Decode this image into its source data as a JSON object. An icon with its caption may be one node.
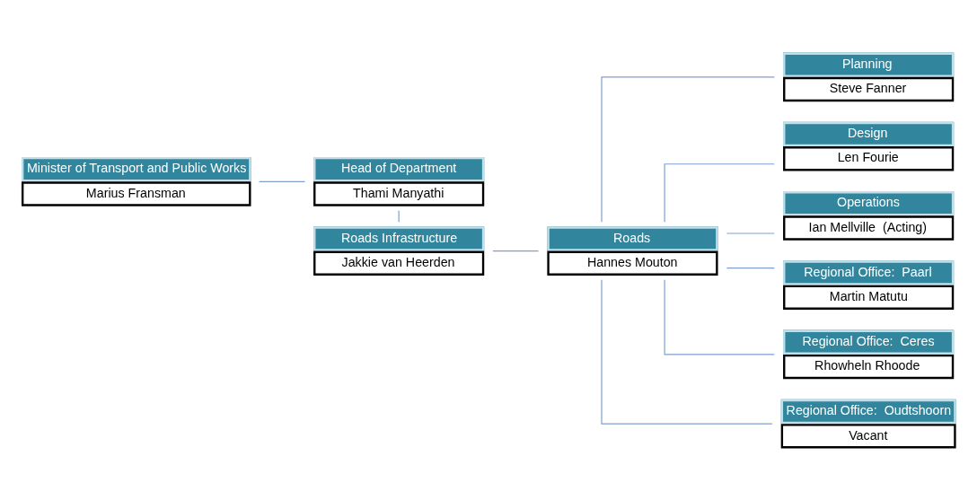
{
  "diagram": {
    "nodes": [
      {
        "text": [
          "Minister of Transport and Public Works",
          "Marius Fransman"
        ]
      },
      {
        "text": [
          "Head of Department",
          "Thami Manyathi"
        ]
      },
      {
        "text": [
          "Roads Infrastructure",
          "Jakkie van Heerden"
        ]
      },
      {
        "text": [
          "Roads",
          "Hannes Mouton"
        ]
      },
      {
        "text": [
          "Planning",
          "Steve Fanner"
        ]
      },
      {
        "text": [
          "Design",
          "Len Fourie"
        ]
      },
      {
        "text": [
          "Operations",
          "Ian Mellville  (Acting)"
        ]
      },
      {
        "text": [
          "Regional Office:  Paarl",
          "Martin Matutu"
        ]
      },
      {
        "text": [
          "Regional Office:  Ceres",
          "Rhowheln Rhoode"
        ]
      },
      {
        "text": [
          "Regional Office:  Oudtshoorn",
          "Vacant"
        ]
      }
    ],
    "edges": [
      {
        "from": 0,
        "to": 1,
        "arrow": "none"
      },
      {
        "from": 1,
        "to": 2,
        "arrow": "none"
      },
      {
        "from": 2,
        "to": 3,
        "arrow": "none"
      },
      {
        "from": 3,
        "to": 4,
        "arrow": "none"
      },
      {
        "from": 3,
        "to": 5,
        "arrow": "none"
      },
      {
        "from": 3,
        "to": 6,
        "arrow": "none"
      },
      {
        "from": 3,
        "to": 7,
        "arrow": "none"
      },
      {
        "from": 3,
        "to": 8,
        "arrow": "none"
      },
      {
        "from": 3,
        "to": 9,
        "arrow": "none"
      }
    ]
  }
}
